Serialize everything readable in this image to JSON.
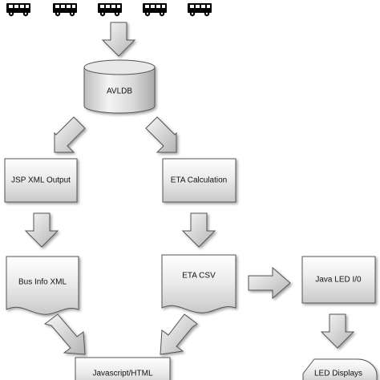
{
  "nodes": {
    "avldb": {
      "label": "AVLDB"
    },
    "jsp_xml_output": {
      "label": "JSP XML Output"
    },
    "eta_calculation": {
      "label": "ETA Calculation"
    },
    "bus_info_xml": {
      "label": "Bus Info XML"
    },
    "eta_csv": {
      "label": "ETA CSV"
    },
    "java_led_io": {
      "label": "Java LED I/0"
    },
    "javascript_html": {
      "label": "Javascript/HTML"
    },
    "led_displays": {
      "label": "LED Displays"
    }
  },
  "icons": {
    "vehicle": "bus-icon",
    "count": 5
  },
  "colors": {
    "fill_light": "#f2f2f2",
    "fill_dark": "#b9b9b9",
    "stroke": "#555555",
    "icon": "#000000"
  }
}
